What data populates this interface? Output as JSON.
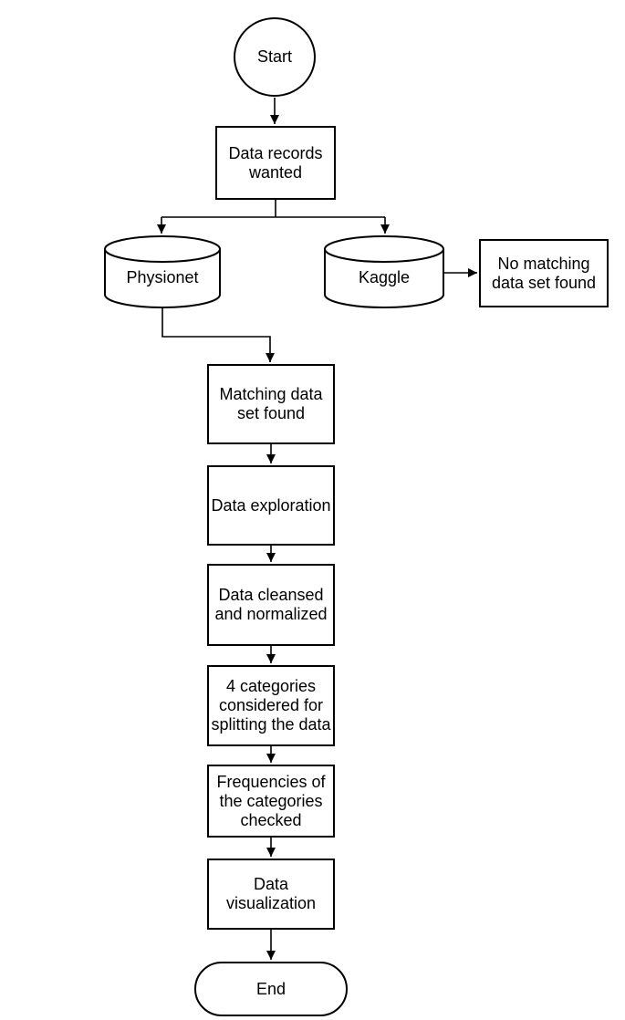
{
  "diagram": {
    "type": "flowchart",
    "colors": {
      "shape_stroke": "#000000",
      "shape_fill": "#ffffff",
      "text": "#000000",
      "background": "#ffffff"
    },
    "nodes": [
      {
        "id": "start",
        "type": "start-circle",
        "label": "Start"
      },
      {
        "id": "data-records-wanted",
        "type": "process",
        "label": "Data records\nwanted"
      },
      {
        "id": "physionet",
        "type": "database",
        "label": "Physionet"
      },
      {
        "id": "kaggle",
        "type": "database",
        "label": "Kaggle"
      },
      {
        "id": "no-matching-data-set-found",
        "type": "process",
        "label": "No matching\ndata set found"
      },
      {
        "id": "matching-data-set-found",
        "type": "process",
        "label": "Matching data\nset found"
      },
      {
        "id": "data-exploration",
        "type": "process",
        "label": "Data exploration"
      },
      {
        "id": "data-cleansed-and-normalized",
        "type": "process",
        "label": "Data cleansed\nand normalized"
      },
      {
        "id": "categories-considered",
        "type": "process",
        "label": "4 categories\nconsidered for\nsplitting the data"
      },
      {
        "id": "frequencies-checked",
        "type": "process",
        "label": "Frequencies of\nthe categories\nchecked"
      },
      {
        "id": "data-visualization",
        "type": "process",
        "label": "Data\nvisualization"
      },
      {
        "id": "end",
        "type": "terminator",
        "label": "End"
      }
    ],
    "edges": [
      {
        "from": "start",
        "to": "data-records-wanted"
      },
      {
        "from": "data-records-wanted",
        "to": "physionet"
      },
      {
        "from": "data-records-wanted",
        "to": "kaggle"
      },
      {
        "from": "kaggle",
        "to": "no-matching-data-set-found"
      },
      {
        "from": "physionet",
        "to": "matching-data-set-found"
      },
      {
        "from": "matching-data-set-found",
        "to": "data-exploration"
      },
      {
        "from": "data-exploration",
        "to": "data-cleansed-and-normalized"
      },
      {
        "from": "data-cleansed-and-normalized",
        "to": "categories-considered"
      },
      {
        "from": "categories-considered",
        "to": "frequencies-checked"
      },
      {
        "from": "frequencies-checked",
        "to": "data-visualization"
      },
      {
        "from": "data-visualization",
        "to": "end"
      }
    ]
  }
}
